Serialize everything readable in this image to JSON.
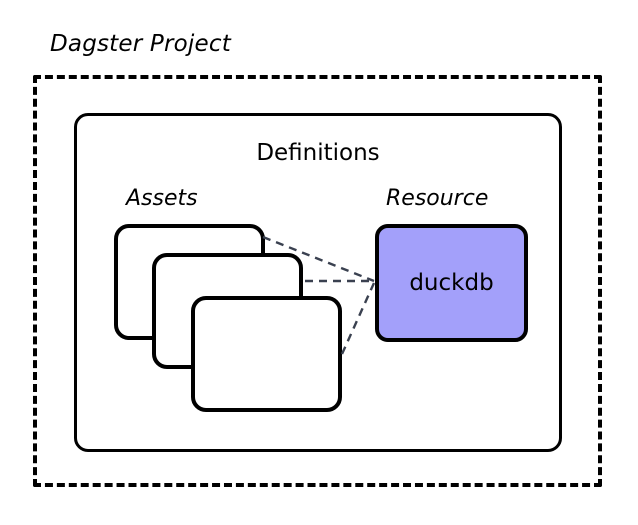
{
  "diagram": {
    "title": "Dagster Project",
    "container": {
      "label": "Definitions"
    },
    "sections": [
      {
        "name": "assets",
        "label": "Assets"
      },
      {
        "name": "resource",
        "label": "Resource"
      }
    ],
    "assets": {
      "label": "Assets",
      "cards": [
        {
          "label": ""
        },
        {
          "label": ""
        },
        {
          "label": ""
        }
      ]
    },
    "resource": {
      "label": "Resource",
      "name": "duckdb",
      "fill_color": "#A3A0FA",
      "stroke_color": "#000000"
    },
    "connectors": {
      "style": "dashed",
      "color": "#3A4150",
      "count": 3,
      "description": "Each asset card connects to the duckdb resource"
    },
    "colors": {
      "background": "#FFFFFF",
      "stroke": "#000000",
      "resource_fill": "#A3A0FA",
      "connector": "#3A4150"
    }
  }
}
